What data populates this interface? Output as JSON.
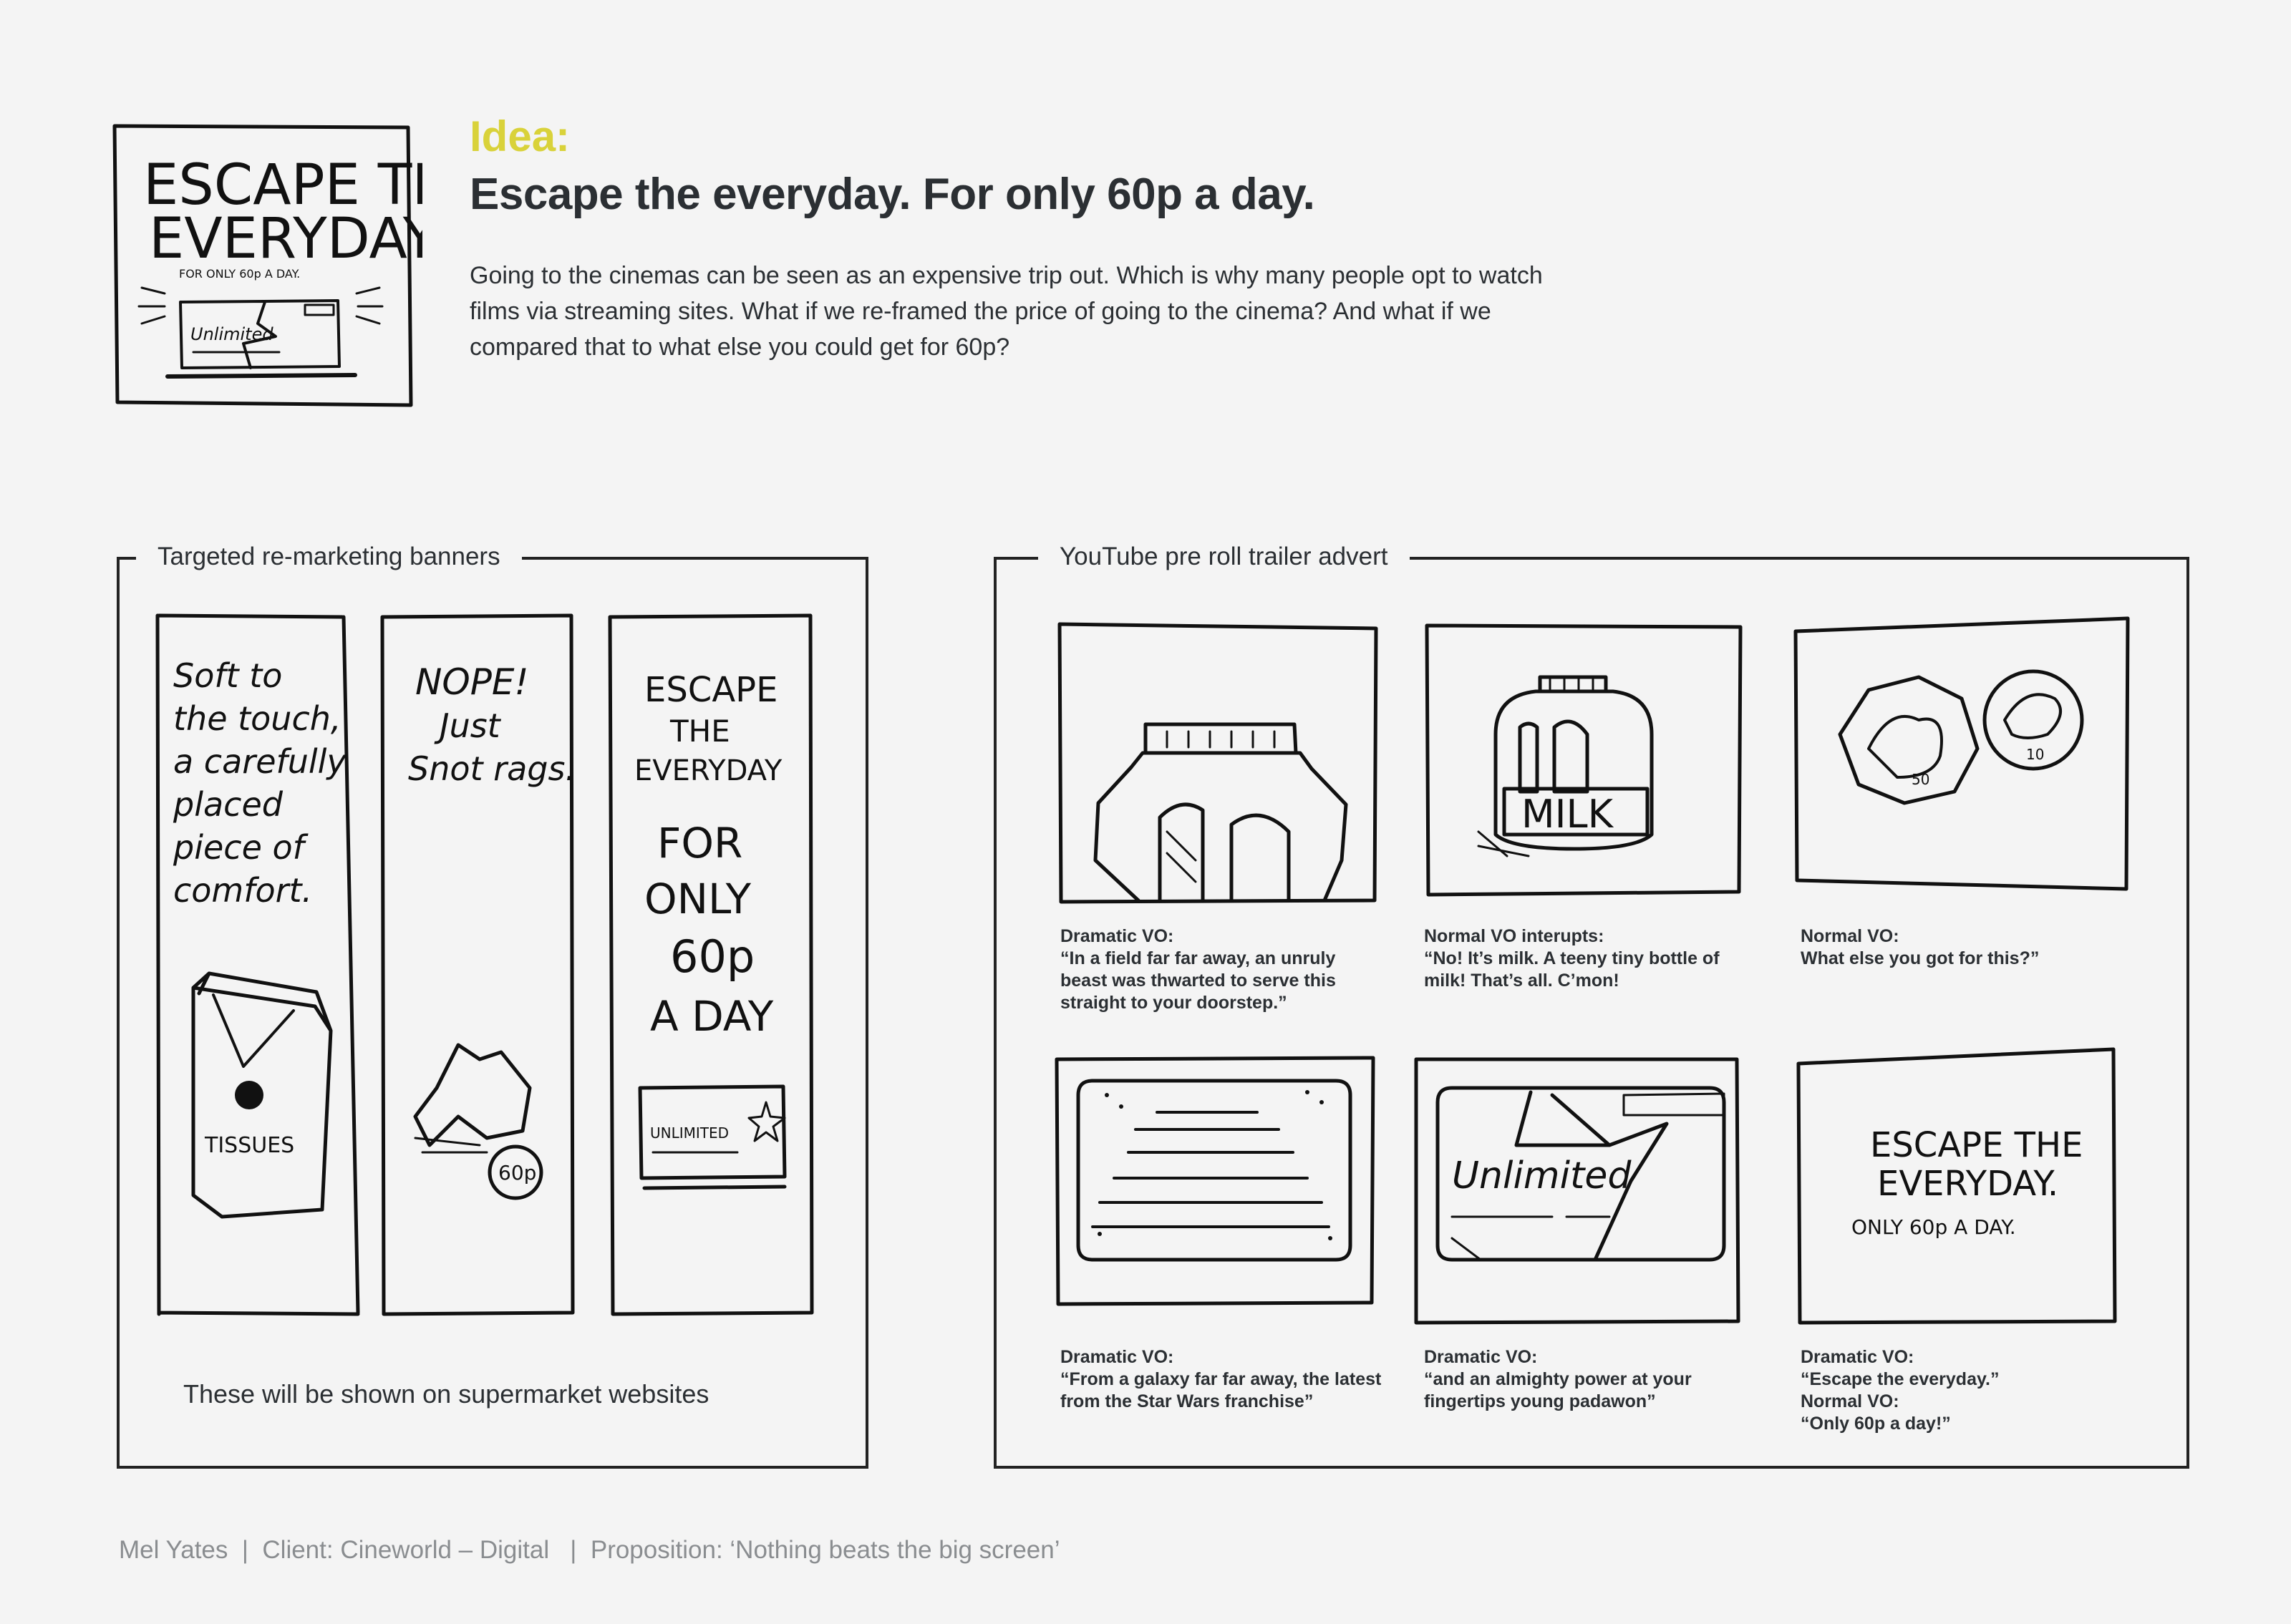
{
  "idea": {
    "label": "Idea:",
    "headline": "Escape the everyday. For only 60p a day.",
    "body": "Going to the cinemas can be seen as an expensive trip out. Which is why many people opt to watch films via streaming sites. What if we re-framed the price of going to the cinema? And what if we compared that to what else you could get for 60p?",
    "accent_color": "#d9d23a"
  },
  "thumbnail": {
    "line1": "ESCAPE THE",
    "line2": "EVERYDAY.",
    "line3": "FOR ONLY 60p A DAY.",
    "card_text": "Unlimited"
  },
  "banners": {
    "title": "Targeted re-marketing banners",
    "note": "These will be shown on supermarket websites",
    "banner1": {
      "lines": [
        "Soft to",
        "the touch,",
        "a carefully",
        "placed",
        "piece of",
        "comfort."
      ],
      "box_label": "TISSUES"
    },
    "banner2": {
      "lines": [
        "NOPE!",
        "Just",
        "Snot rags."
      ],
      "price": "60p"
    },
    "banner3": {
      "lines": [
        "ESCAPE",
        "THE",
        "EVERYDAY",
        "FOR",
        "ONLY",
        "60p",
        "A DAY"
      ],
      "card_text": "UNLIMITED"
    }
  },
  "youtube": {
    "title": "YouTube pre roll trailer advert",
    "frames": [
      {
        "heading": "Dramatic VO:",
        "text": "“In a field far far away, an unruly beast was thwarted to serve this straight to your doorstep.”"
      },
      {
        "heading": "Normal VO interupts:",
        "text": "“No! It’s milk. A teeny tiny bottle of milk! That’s all. C’mon!",
        "sketch_label": "MILK"
      },
      {
        "heading": "Normal VO:",
        "text": "What else you got for this?”",
        "coin1": "50",
        "coin2": "10"
      },
      {
        "heading": "Dramatic VO:",
        "text": "“From a galaxy far far away, the latest\n from the Star Wars franchise”"
      },
      {
        "heading": "Dramatic VO:",
        "text": "“and an almighty power at your\n fingertips young padawon”",
        "sketch_label": "Unlimited"
      },
      {
        "heading": "Dramatic VO:",
        "text": "“Escape the everyday.”",
        "heading2": "Normal VO:",
        "text2": "“Only 60p a day!”",
        "sketch_line1": "ESCAPE THE",
        "sketch_line2": "EVERYDAY.",
        "sketch_line3": "ONLY 60p A DAY."
      }
    ]
  },
  "footer": {
    "author": "Mel Yates",
    "client": "Client: Cineworld – Digital",
    "proposition": "Proposition: ‘Nothing beats the big screen’"
  }
}
